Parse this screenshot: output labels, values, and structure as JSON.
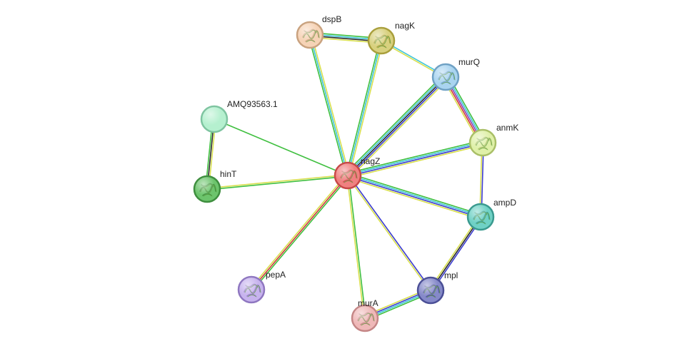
{
  "edge_colors": {
    "green": "#3fbf3f",
    "yellow": "#d8df4e",
    "blue": "#3c3ccf",
    "cyan": "#3fc4d8",
    "black": "#2a2a2a",
    "red": "#d03a3a",
    "violet": "#8a3bb8"
  },
  "nodes": [
    {
      "id": "nagZ",
      "label": "nagZ",
      "fill": "#f08080",
      "stroke": "#c74848",
      "structure": true
    },
    {
      "id": "dspB",
      "label": "dspB",
      "fill": "#f6d3b6",
      "stroke": "#c9a27f",
      "structure": true
    },
    {
      "id": "nagK",
      "label": "nagK",
      "fill": "#d8d17e",
      "stroke": "#a99f3c",
      "structure": true
    },
    {
      "id": "murQ",
      "label": "murQ",
      "fill": "#a9d4f0",
      "stroke": "#6fa1c4",
      "structure": true
    },
    {
      "id": "anmK",
      "label": "anmK",
      "fill": "#dff0a8",
      "stroke": "#a9bf67",
      "structure": true
    },
    {
      "id": "ampD",
      "label": "ampD",
      "fill": "#6fd1c5",
      "stroke": "#3a9a8f",
      "structure": true
    },
    {
      "id": "mpl",
      "label": "mpl",
      "fill": "#8589c9",
      "stroke": "#4b4f96",
      "structure": true
    },
    {
      "id": "murA",
      "label": "murA",
      "fill": "#efb8b8",
      "stroke": "#c48686",
      "structure": true
    },
    {
      "id": "pepA",
      "label": "pepA",
      "fill": "#c7b3ee",
      "stroke": "#8f77c0",
      "structure": true
    },
    {
      "id": "hinT",
      "label": "hinT",
      "fill": "#6cc46c",
      "stroke": "#3e8e3e",
      "structure": true
    },
    {
      "id": "AMQ93563.1",
      "label": "AMQ93563.1",
      "fill": "#b5f0cf",
      "stroke": "#7ec4a0",
      "structure": false
    }
  ],
  "edges": [
    {
      "source": "nagZ",
      "target": "dspB",
      "colors": [
        "green",
        "cyan",
        "yellow"
      ]
    },
    {
      "source": "nagZ",
      "target": "nagK",
      "colors": [
        "green",
        "cyan",
        "yellow"
      ]
    },
    {
      "source": "nagZ",
      "target": "murQ",
      "colors": [
        "green",
        "cyan",
        "black",
        "blue",
        "yellow"
      ]
    },
    {
      "source": "nagZ",
      "target": "anmK",
      "colors": [
        "green",
        "cyan",
        "blue",
        "yellow"
      ]
    },
    {
      "source": "nagZ",
      "target": "ampD",
      "colors": [
        "green",
        "cyan",
        "blue",
        "yellow"
      ]
    },
    {
      "source": "nagZ",
      "target": "mpl",
      "colors": [
        "blue",
        "yellow"
      ]
    },
    {
      "source": "nagZ",
      "target": "murA",
      "colors": [
        "green",
        "yellow"
      ]
    },
    {
      "source": "nagZ",
      "target": "pepA",
      "colors": [
        "green",
        "red",
        "yellow"
      ]
    },
    {
      "source": "nagZ",
      "target": "hinT",
      "colors": [
        "green",
        "yellow"
      ]
    },
    {
      "source": "nagZ",
      "target": "AMQ93563.1",
      "colors": [
        "green"
      ]
    },
    {
      "source": "dspB",
      "target": "nagK",
      "colors": [
        "green",
        "cyan",
        "black",
        "yellow"
      ]
    },
    {
      "source": "nagK",
      "target": "murQ",
      "colors": [
        "cyan",
        "yellow"
      ]
    },
    {
      "source": "murQ",
      "target": "anmK",
      "colors": [
        "green",
        "cyan",
        "violet",
        "red",
        "yellow"
      ]
    },
    {
      "source": "anmK",
      "target": "ampD",
      "colors": [
        "blue",
        "yellow"
      ]
    },
    {
      "source": "ampD",
      "target": "mpl",
      "colors": [
        "blue",
        "black",
        "yellow"
      ]
    },
    {
      "source": "mpl",
      "target": "murA",
      "colors": [
        "green",
        "cyan",
        "blue",
        "yellow"
      ]
    },
    {
      "source": "hinT",
      "target": "AMQ93563.1",
      "colors": [
        "green",
        "black",
        "yellow"
      ]
    }
  ]
}
